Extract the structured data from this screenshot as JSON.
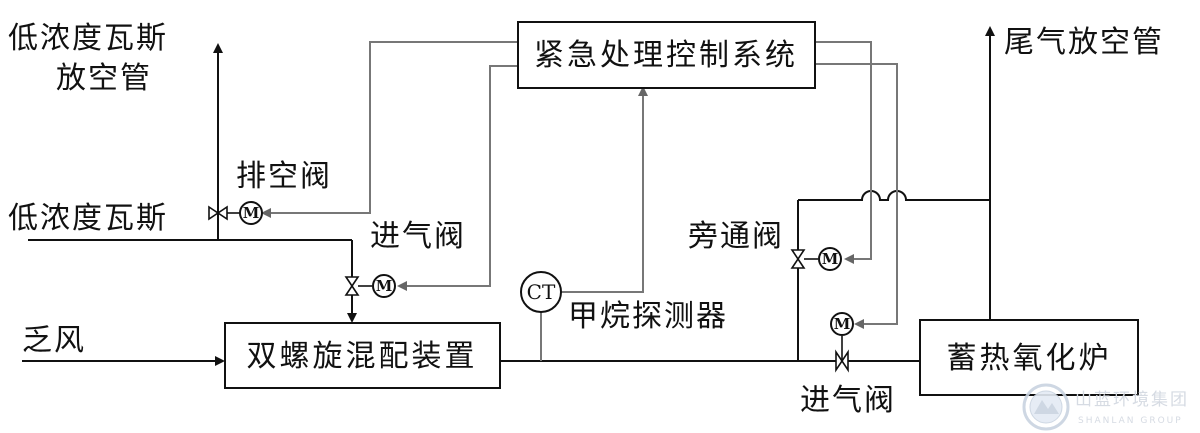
{
  "labels": {
    "low_gas_vent_pipe_line1": "低浓度瓦斯",
    "low_gas_vent_pipe_line2": "放空管",
    "low_gas_inlet": "低浓度瓦斯",
    "exhaust_valve": "排空阀",
    "inlet_valve_top": "进气阀",
    "lean_air": "乏风",
    "bypass_valve": "旁通阀",
    "methane_detector": "甲烷探测器",
    "inlet_valve_bottom": "进气阀",
    "tail_gas_vent_pipe": "尾气放空管"
  },
  "boxes": {
    "emergency_control_system": "紧急处理控制系统",
    "twin_screw_mixer": "双螺旋混配装置",
    "regenerative_oxidizer": "蓄热氧化炉"
  },
  "symbols": {
    "motor": "M",
    "ct": "CT"
  },
  "watermark": {
    "name": "山蓝环境集团",
    "sub": "SHANLAN GROUP"
  },
  "colors": {
    "line": "#111111",
    "signal": "#777777",
    "watermark": "#d6dbe3"
  }
}
